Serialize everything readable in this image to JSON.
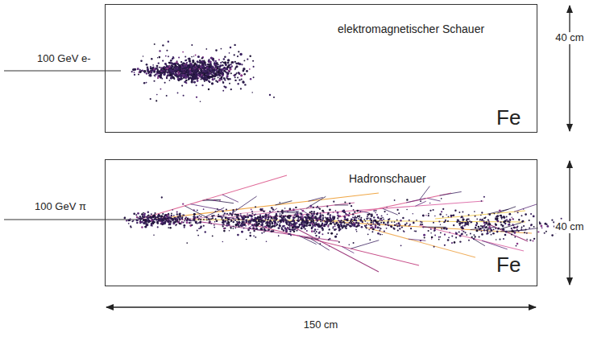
{
  "diagram": {
    "nodes": [
      {
        "text": [
          "elektromagnetischer Schauer",
          "Fe"
        ]
      },
      {
        "text": [
          "Hadronschauer",
          "Fe"
        ]
      }
    ],
    "labels": [
      "100 GeV e-",
      "100 GeV π",
      "40 cm",
      "40 cm",
      "150 cm"
    ]
  }
}
